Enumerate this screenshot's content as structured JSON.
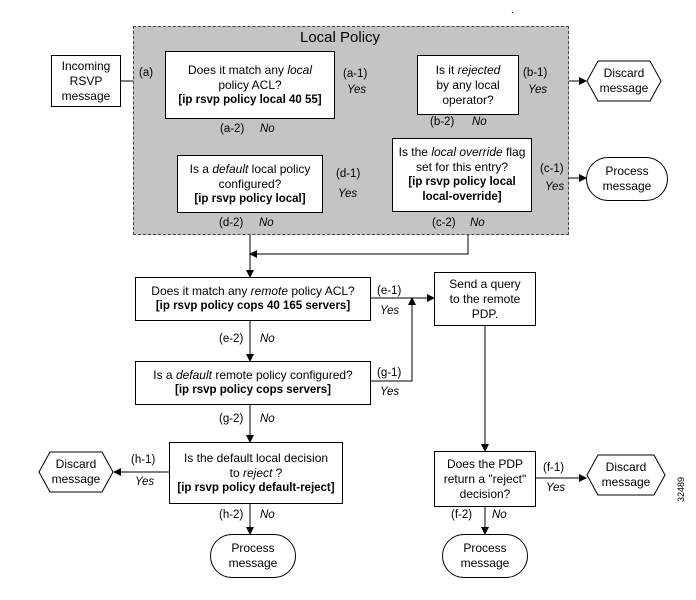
{
  "region": {
    "title": "Local Policy"
  },
  "nodes": {
    "incoming": [
      "Incoming",
      "RSVP",
      "message"
    ],
    "q_a": {
      "pre": "Does it match any ",
      "em": "local",
      "post": "policy ACL?",
      "cmd": "[ip rsvp policy local 40 55]"
    },
    "q_b": {
      "pre": "Is it ",
      "em": "rejected",
      "post": "by any local",
      "post2": "operator?"
    },
    "q_d": {
      "pre": "Is a ",
      "em": "default",
      "post": " local policy",
      "post2": "configured?",
      "cmd": "[ip rsvp policy local]"
    },
    "q_c": {
      "pre": "Is the ",
      "em": "local override",
      "post": " flag",
      "post2": "set for this entry?",
      "cmd": "[ip rsvp policy local",
      "cmd2": "local-override]"
    },
    "q_e": {
      "pre": "Does it match any ",
      "em": "remote",
      "post": " policy ACL?",
      "cmd": "[ip rsvp policy cops 40 165 servers]"
    },
    "q_g": {
      "pre": "Is a ",
      "em": "default",
      "post": " remote policy configured?",
      "cmd": "[ip rsvp policy cops servers]"
    },
    "q_h": {
      "pre": "Is the default local decision",
      "pre2": "to ",
      "em": "reject",
      "post": " ?",
      "cmd": "[ip rsvp policy default-reject]"
    },
    "send_query": [
      "Send a query",
      "to the remote",
      "PDP."
    ],
    "q_f": [
      "Does the PDP",
      "return a \"reject\"",
      "decision?"
    ],
    "discard_b": [
      "Discard",
      "message"
    ],
    "discard_h": [
      "Discard",
      "message"
    ],
    "discard_f": [
      "Discard",
      "message"
    ],
    "process_c": [
      "Process",
      "message"
    ],
    "process_h": [
      "Process",
      "message"
    ],
    "process_f": [
      "Process",
      "message"
    ]
  },
  "edge_labels": {
    "a": "(a)",
    "a1": "(a-1)",
    "a2": "(a-2)",
    "b1": "(b-1)",
    "b2": "(b-2)",
    "c1": "(c-1)",
    "c2": "(c-2)",
    "d1": "(d-1)",
    "d2": "(d-2)",
    "e1": "(e-1)",
    "e2": "(e-2)",
    "g1": "(g-1)",
    "g2": "(g-2)",
    "h1": "(h-1)",
    "h2": "(h-2)",
    "f1": "(f-1)",
    "f2": "(f-2)"
  },
  "answers": {
    "yes": "Yes",
    "no": "No"
  },
  "figure_id": "32489",
  "stray_mark": "."
}
